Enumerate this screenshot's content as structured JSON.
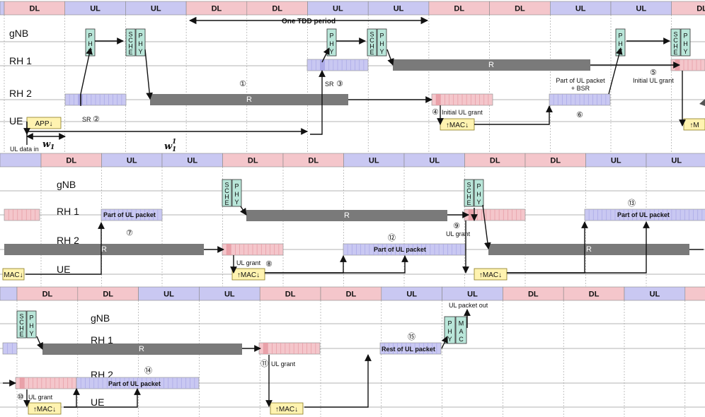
{
  "colors": {
    "dl": "#f4c6cb",
    "ul": "#c9c8f2",
    "phy": "#b9e6d9",
    "mac": "#fff3b0",
    "r_bar": "#7a7a7a",
    "dl_hatch": "#e69aa3",
    "ul_hatch": "#a9a7e6"
  },
  "row_labels": {
    "gnb": "gNB",
    "rh1": "RH 1",
    "rh2": "RH 2",
    "ue": "UE"
  },
  "tdd_label": "One TDD period",
  "r_label": "R",
  "phy_label": "PHY",
  "sche_label": "SCHE",
  "mac_label": "MAC",
  "app_label": "APP↓",
  "mac_box_label": "↑MAC↓",
  "mac_box_partial_right": "↑M",
  "mac_box_partial_left": "MAC↓",
  "sr_label": "SR",
  "ul_data_in": "UL data in",
  "ul_packet_out": "UL packet out",
  "initial_ul_grant": "Initial UL grant",
  "ul_grant": "UL grant",
  "part_bsr_1": "Part of UL packet",
  "part_bsr_2": "+ BSR",
  "part_of_ul_packet": "Part of UL packet",
  "rest_of_ul_packet": "Rest of UL packet",
  "w1": "w",
  "w1_sub": "1",
  "w1_sup": "1",
  "nums": {
    "n1": "①",
    "n2": "②",
    "n3": "③",
    "n4": "④",
    "n5": "⑤",
    "n6": "⑥",
    "n7": "⑦",
    "n8": "⑧",
    "n9": "⑨",
    "n10": "⑩",
    "n11": "⑪",
    "n12": "⑫",
    "n13": "⑬",
    "n14": "⑭",
    "n15": "⑮"
  },
  "bands": [
    {
      "slots": [
        "DL",
        "UL",
        "UL",
        "DL",
        "DL",
        "UL",
        "UL",
        "DL",
        "DL",
        "UL",
        "UL",
        "DL"
      ]
    },
    {
      "slots": [
        "DL",
        "UL",
        "UL",
        "DL",
        "DL",
        "UL",
        "UL",
        "DL",
        "DL",
        "UL",
        "UL"
      ]
    },
    {
      "slots": [
        "DL",
        "DL",
        "UL",
        "UL",
        "DL",
        "DL",
        "UL",
        "UL",
        "DL",
        "DL",
        "UL",
        "DL"
      ]
    }
  ]
}
